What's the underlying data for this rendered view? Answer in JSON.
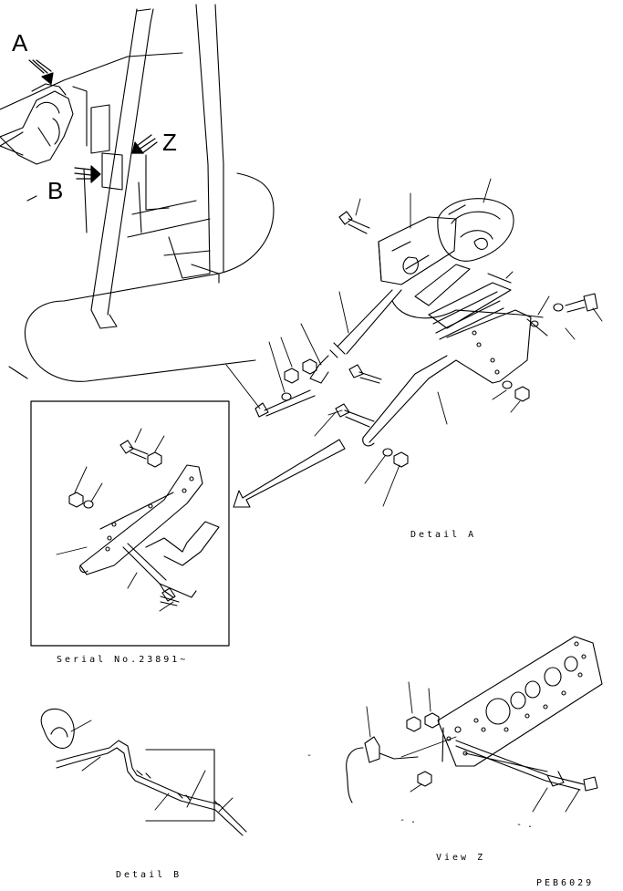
{
  "view_markers": {
    "a": "A",
    "b": "B",
    "z": "Z"
  },
  "captions": {
    "detail_a": "Detail A",
    "serial": "Serial No.23891~",
    "detail_b": "Detail B",
    "view_z": "View Z",
    "drawing_code": "PEB6029"
  },
  "small_marks": {
    "m1": "-",
    "m2": "- .",
    "m3": "- .",
    "m4": "-"
  }
}
